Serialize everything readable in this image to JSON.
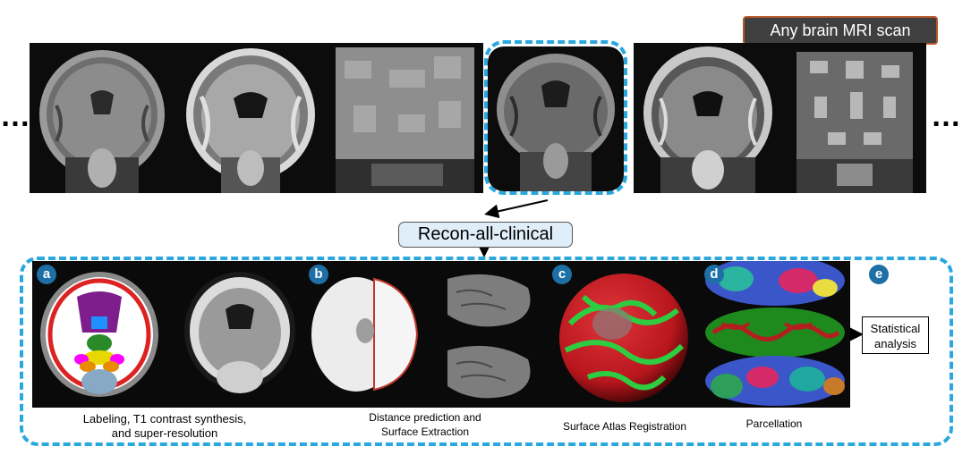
{
  "header": {
    "badge_label": "Any brain MRI scan"
  },
  "scans": {
    "continuation_left": "…",
    "continuation_right": "…"
  },
  "pipeline": {
    "label": "Recon-all-clinical"
  },
  "panels": [
    {
      "letter": "a",
      "caption_line1": "Labeling, T1 contrast synthesis,",
      "caption_line2": "and super-resolution"
    },
    {
      "letter": "b",
      "caption_line1": "Distance prediction and",
      "caption_line2": "Surface Extraction"
    },
    {
      "letter": "c",
      "caption_line1": "Surface Atlas Registration",
      "caption_line2": ""
    },
    {
      "letter": "d",
      "caption_line1": "Parcellation",
      "caption_line2": ""
    },
    {
      "letter": "e",
      "caption_line1": "",
      "caption_line2": ""
    }
  ],
  "output": {
    "line1": "Statistical",
    "line2": "analysis"
  },
  "colors": {
    "highlight": "#29a7df",
    "badge_bg": "#3f3f3f",
    "badge_border": "#b5562a",
    "circle": "#1e6fa5",
    "recon_bg": "#dfeef9"
  }
}
